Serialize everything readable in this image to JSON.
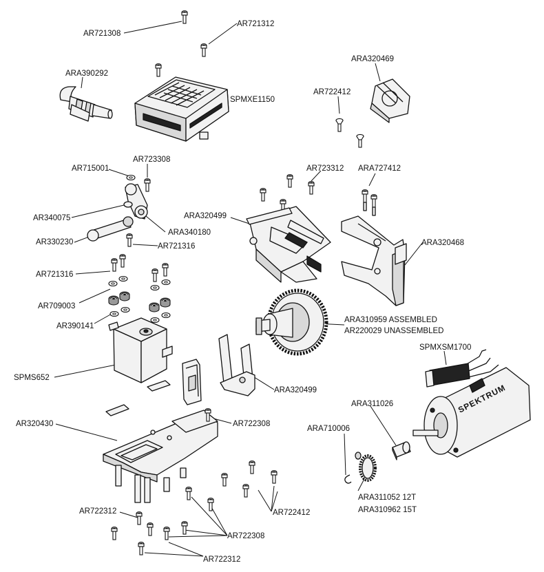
{
  "labels": {
    "ar721308": "AR721308",
    "ar721312": "AR721312",
    "ara390292": "ARA390292",
    "spmxe1150": "SPMXE1150",
    "ara320469": "ARA320469",
    "ar722412_top": "AR722412",
    "ar715001": "AR715001",
    "ar723308": "AR723308",
    "ar723312": "AR723312",
    "ara727412": "ARA727412",
    "ar340075": "AR340075",
    "ara340180": "ARA340180",
    "ara320499_top": "ARA320499",
    "ar330230": "AR330230",
    "ar721316_a": "AR721316",
    "ara320468": "ARA320468",
    "ar721316_b": "AR721316",
    "ar709003": "AR709003",
    "ar390141": "AR390141",
    "ara310959": "ARA310959 ASSEMBLED",
    "ar220029": "AR220029 UNASSEMBLED",
    "spmxsm1700": "SPMXSM1700",
    "spms652": "SPMS652",
    "ara320499_bottom": "ARA320499",
    "ara311026": "ARA311026",
    "ar320430": "AR320430",
    "ar722308_top": "AR722308",
    "ara710006": "ARA710006",
    "ara311052": "ARA311052 12T",
    "ara310962": "ARA310962 15T",
    "ar722412_bottom": "AR722412",
    "ar722312_a": "AR722312",
    "ar722308_bottom": "AR722308",
    "ar722312_b": "AR722312"
  },
  "motor_brand": "SPEKTRUM"
}
